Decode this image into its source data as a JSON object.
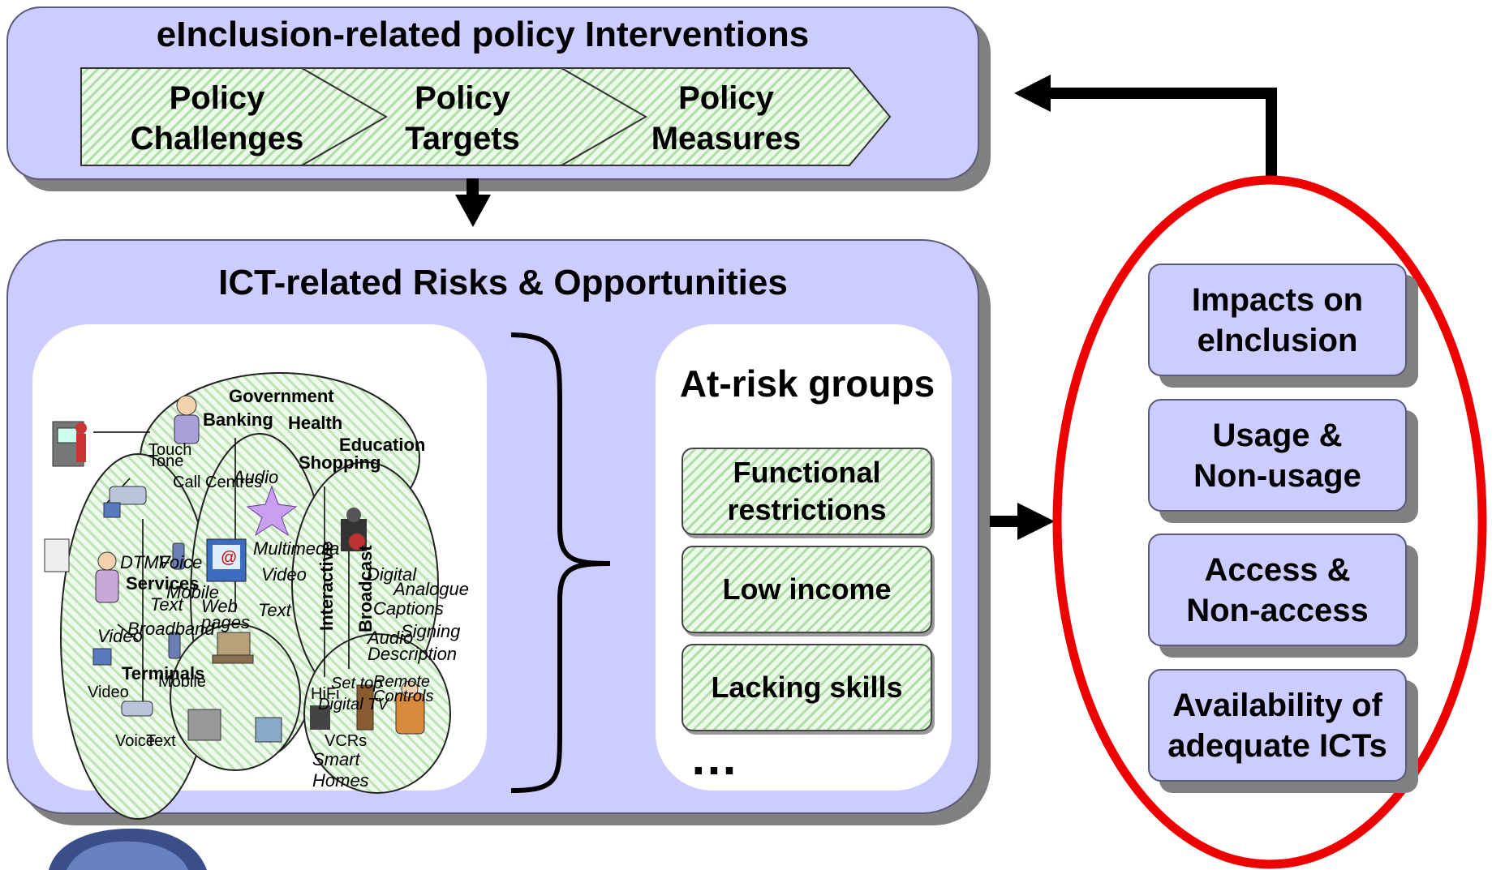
{
  "top_panel": {
    "title": "eInclusion-related policy Interventions",
    "steps": [
      {
        "line1": "Policy",
        "line2": "Challenges"
      },
      {
        "line1": "Policy",
        "line2": "Targets"
      },
      {
        "line1": "Policy",
        "line2": "Measures"
      }
    ]
  },
  "main_panel": {
    "title": "ICT-related Risks & Opportunities",
    "ecosystem_labels": {
      "government": "Government",
      "banking": "Banking",
      "health": "Health",
      "education": "Education",
      "shopping": "Shopping",
      "touch_tone": "Touch Tone",
      "call_centres": "Call Centres",
      "audio_top": "Audio",
      "dtmf": "DTMF",
      "voice_top": "Voice",
      "services": "Services",
      "mobile_mid": "Mobile",
      "text_mid": "Text",
      "multimedia": "Multimedia",
      "video_mid": "Video",
      "web_pages": "Web pages",
      "text_right": "Text",
      "interactive": "Interactive",
      "broadcast": "Broadcast",
      "digital": "Digital",
      "analogue": "Analogue",
      "captions": "Captions",
      "signing": "Signing",
      "audio_description": "Audio Description",
      "broadband": "Broadband",
      "video_left": "Video",
      "terminals": "Terminals",
      "mobile_low": "Mobile",
      "video_low": "Video",
      "voice_low": "Voice",
      "text_low": "Text",
      "hifi": "HiFi",
      "set_top": "Set top",
      "remote_controls": "Remote Controls",
      "digital_tv": "Digital TV",
      "vcrs": "VCRs",
      "smart_homes": "Smart Homes"
    },
    "at_risk": {
      "title": "At-risk groups",
      "groups": [
        "Functional restrictions",
        "Low income",
        "Lacking skills"
      ],
      "more": "…"
    }
  },
  "impacts": [
    "Impacts on eInclusion",
    "Usage & Non-usage",
    "Access & Non-access",
    "Availability of adequate ICTs"
  ],
  "colors": {
    "panel_fill": "#ccccff",
    "shadow": "#808080",
    "hatch_green": "#b2dcaa",
    "highlight_ellipse": "#ee0000",
    "arrow": "#000000"
  }
}
